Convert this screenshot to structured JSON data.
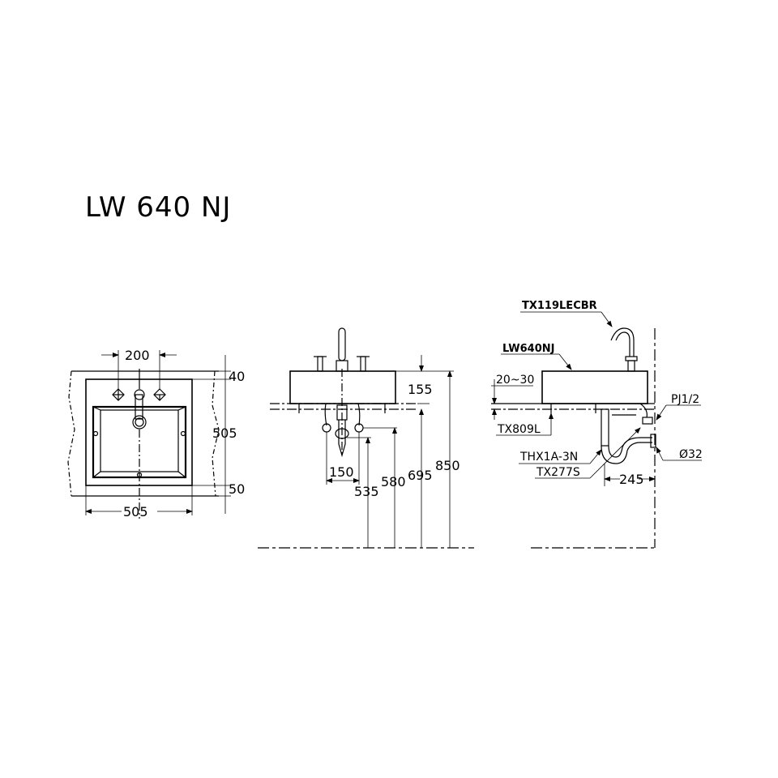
{
  "title": "LW 640 NJ",
  "views": {
    "top": {
      "dims": {
        "faucet_spacing": "200",
        "back_margin": "40",
        "depth": "505",
        "front_margin": "50",
        "width": "505"
      }
    },
    "front": {
      "dims": {
        "basin_height": "155",
        "supply_spacing": "150",
        "drain_height": "535",
        "supply_height": "580",
        "rim_underside_height": "695",
        "rim_height": "850"
      }
    },
    "side": {
      "labels": {
        "faucet": "TX119LECBR",
        "basin": "LW640NJ",
        "counter_thickness": "20~30",
        "bracket": "TX809L",
        "supply_valve": "PJ1/2",
        "drain": "THX1A-3N",
        "trap": "TX277S",
        "drain_dia": "Ø32"
      },
      "dims": {
        "trap_offset": "245"
      }
    }
  }
}
